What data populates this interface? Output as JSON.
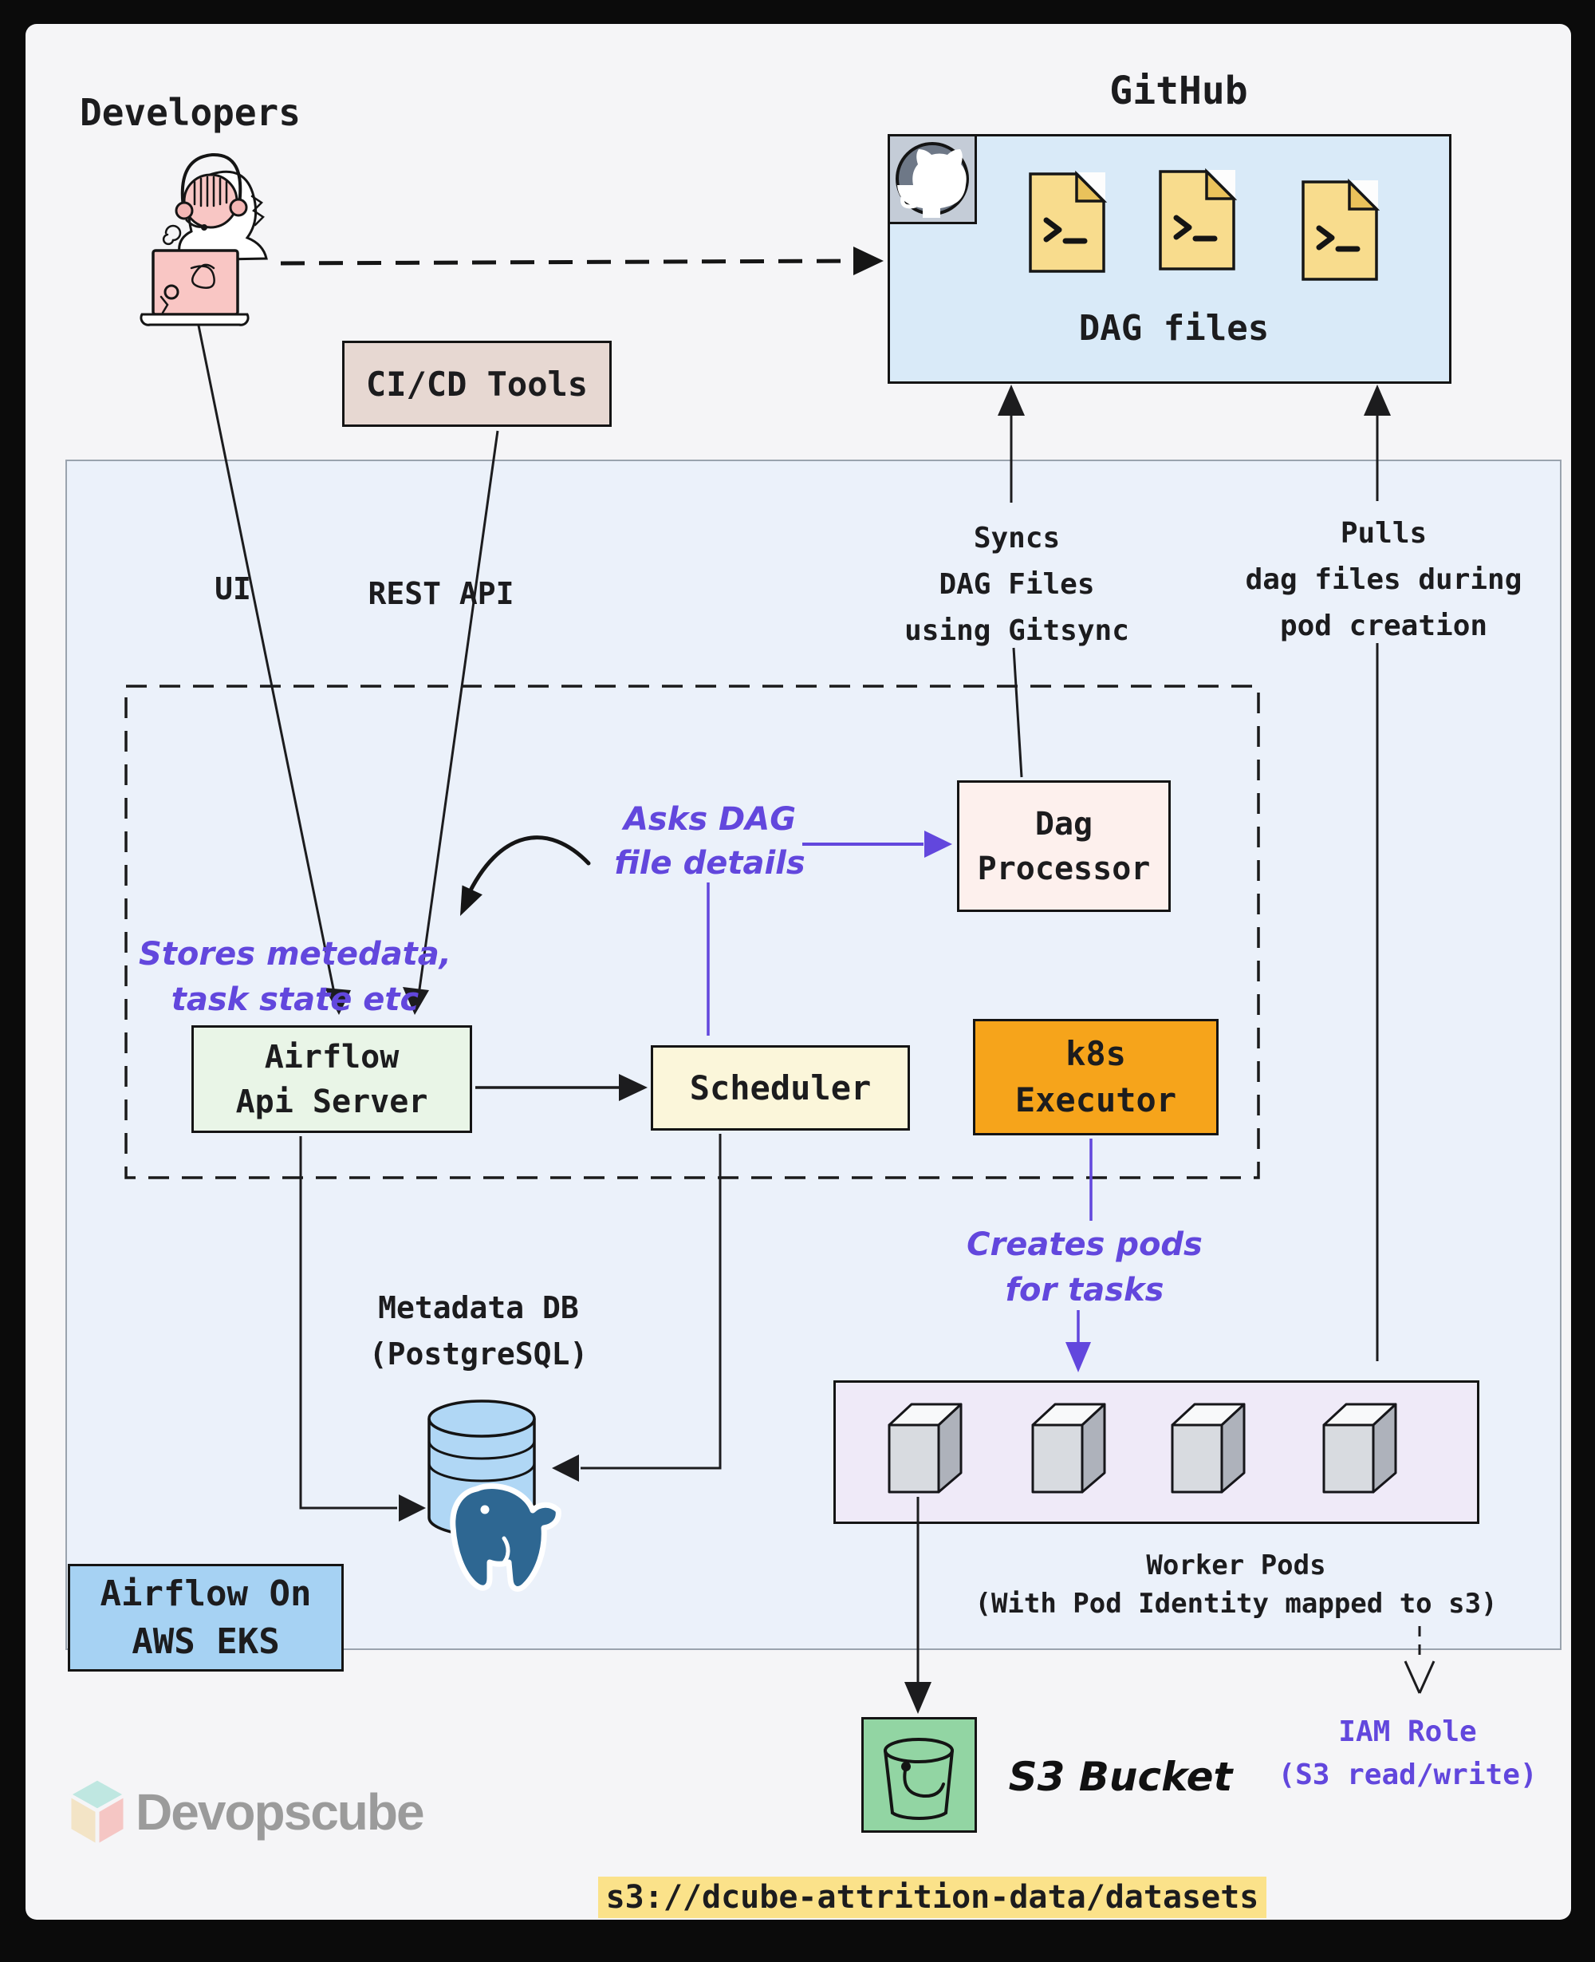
{
  "title": {
    "developers": "Developers",
    "github": "GitHub"
  },
  "github_repo": {
    "dag_files_label": "DAG files"
  },
  "cicd": {
    "label": "CI/CD Tools"
  },
  "edge_labels": {
    "ui": "UI",
    "rest_api": "REST API",
    "syncs_line1": "Syncs",
    "syncs_line2": "DAG Files",
    "syncs_line3": "using Gitsync",
    "pulls_line1": "Pulls",
    "pulls_line2": "dag files during",
    "pulls_line3": "pod creation"
  },
  "annotations": {
    "asks_line1": "Asks DAG",
    "asks_line2": "file details",
    "stores_line1": "Stores metedata,",
    "stores_line2": "task state etc",
    "creates_line1": "Creates pods",
    "creates_line2": "for tasks",
    "iam_line1": "IAM Role",
    "iam_line2": "(S3 read/write)"
  },
  "nodes": {
    "api_server_line1": "Airflow",
    "api_server_line2": "Api Server",
    "scheduler": "Scheduler",
    "executor_line1": "k8s",
    "executor_line2": "Executor",
    "dag_processor_line1": "Dag",
    "dag_processor_line2": "Processor",
    "metadata_line1": "Metadata DB",
    "metadata_line2": "(PostgreSQL)",
    "worker_line1": "Worker Pods",
    "worker_line2": "(With Pod Identity mapped to s3)",
    "eks_line1": "Airflow On",
    "eks_line2": "AWS EKS",
    "s3_label": "S3 Bucket",
    "bucket_url": "s3://dcube-attrition-data/datasets"
  },
  "footer": {
    "brand": "Devopscube"
  },
  "colors": {
    "annotation_purple": "#6247dd",
    "executor_orange": "#f6a41b",
    "github_box_blue": "#d9eaf8",
    "container_blue": "#ebf1fa",
    "api_server_green": "#e9f5e7",
    "scheduler_cream": "#fbf6da",
    "dag_processor_pink": "#fdf0ed",
    "cicd_tan": "#e7d8d2",
    "worker_lavender": "#efeaf8",
    "eks_blue": "#a6d2f3",
    "s3_green": "#92d5a3",
    "highlight_yellow": "#fbe28a",
    "file_yellow": "#f8dc8d",
    "db_cylinder_blue": "#b0d7f5",
    "postgres_blue": "#2e6792"
  }
}
